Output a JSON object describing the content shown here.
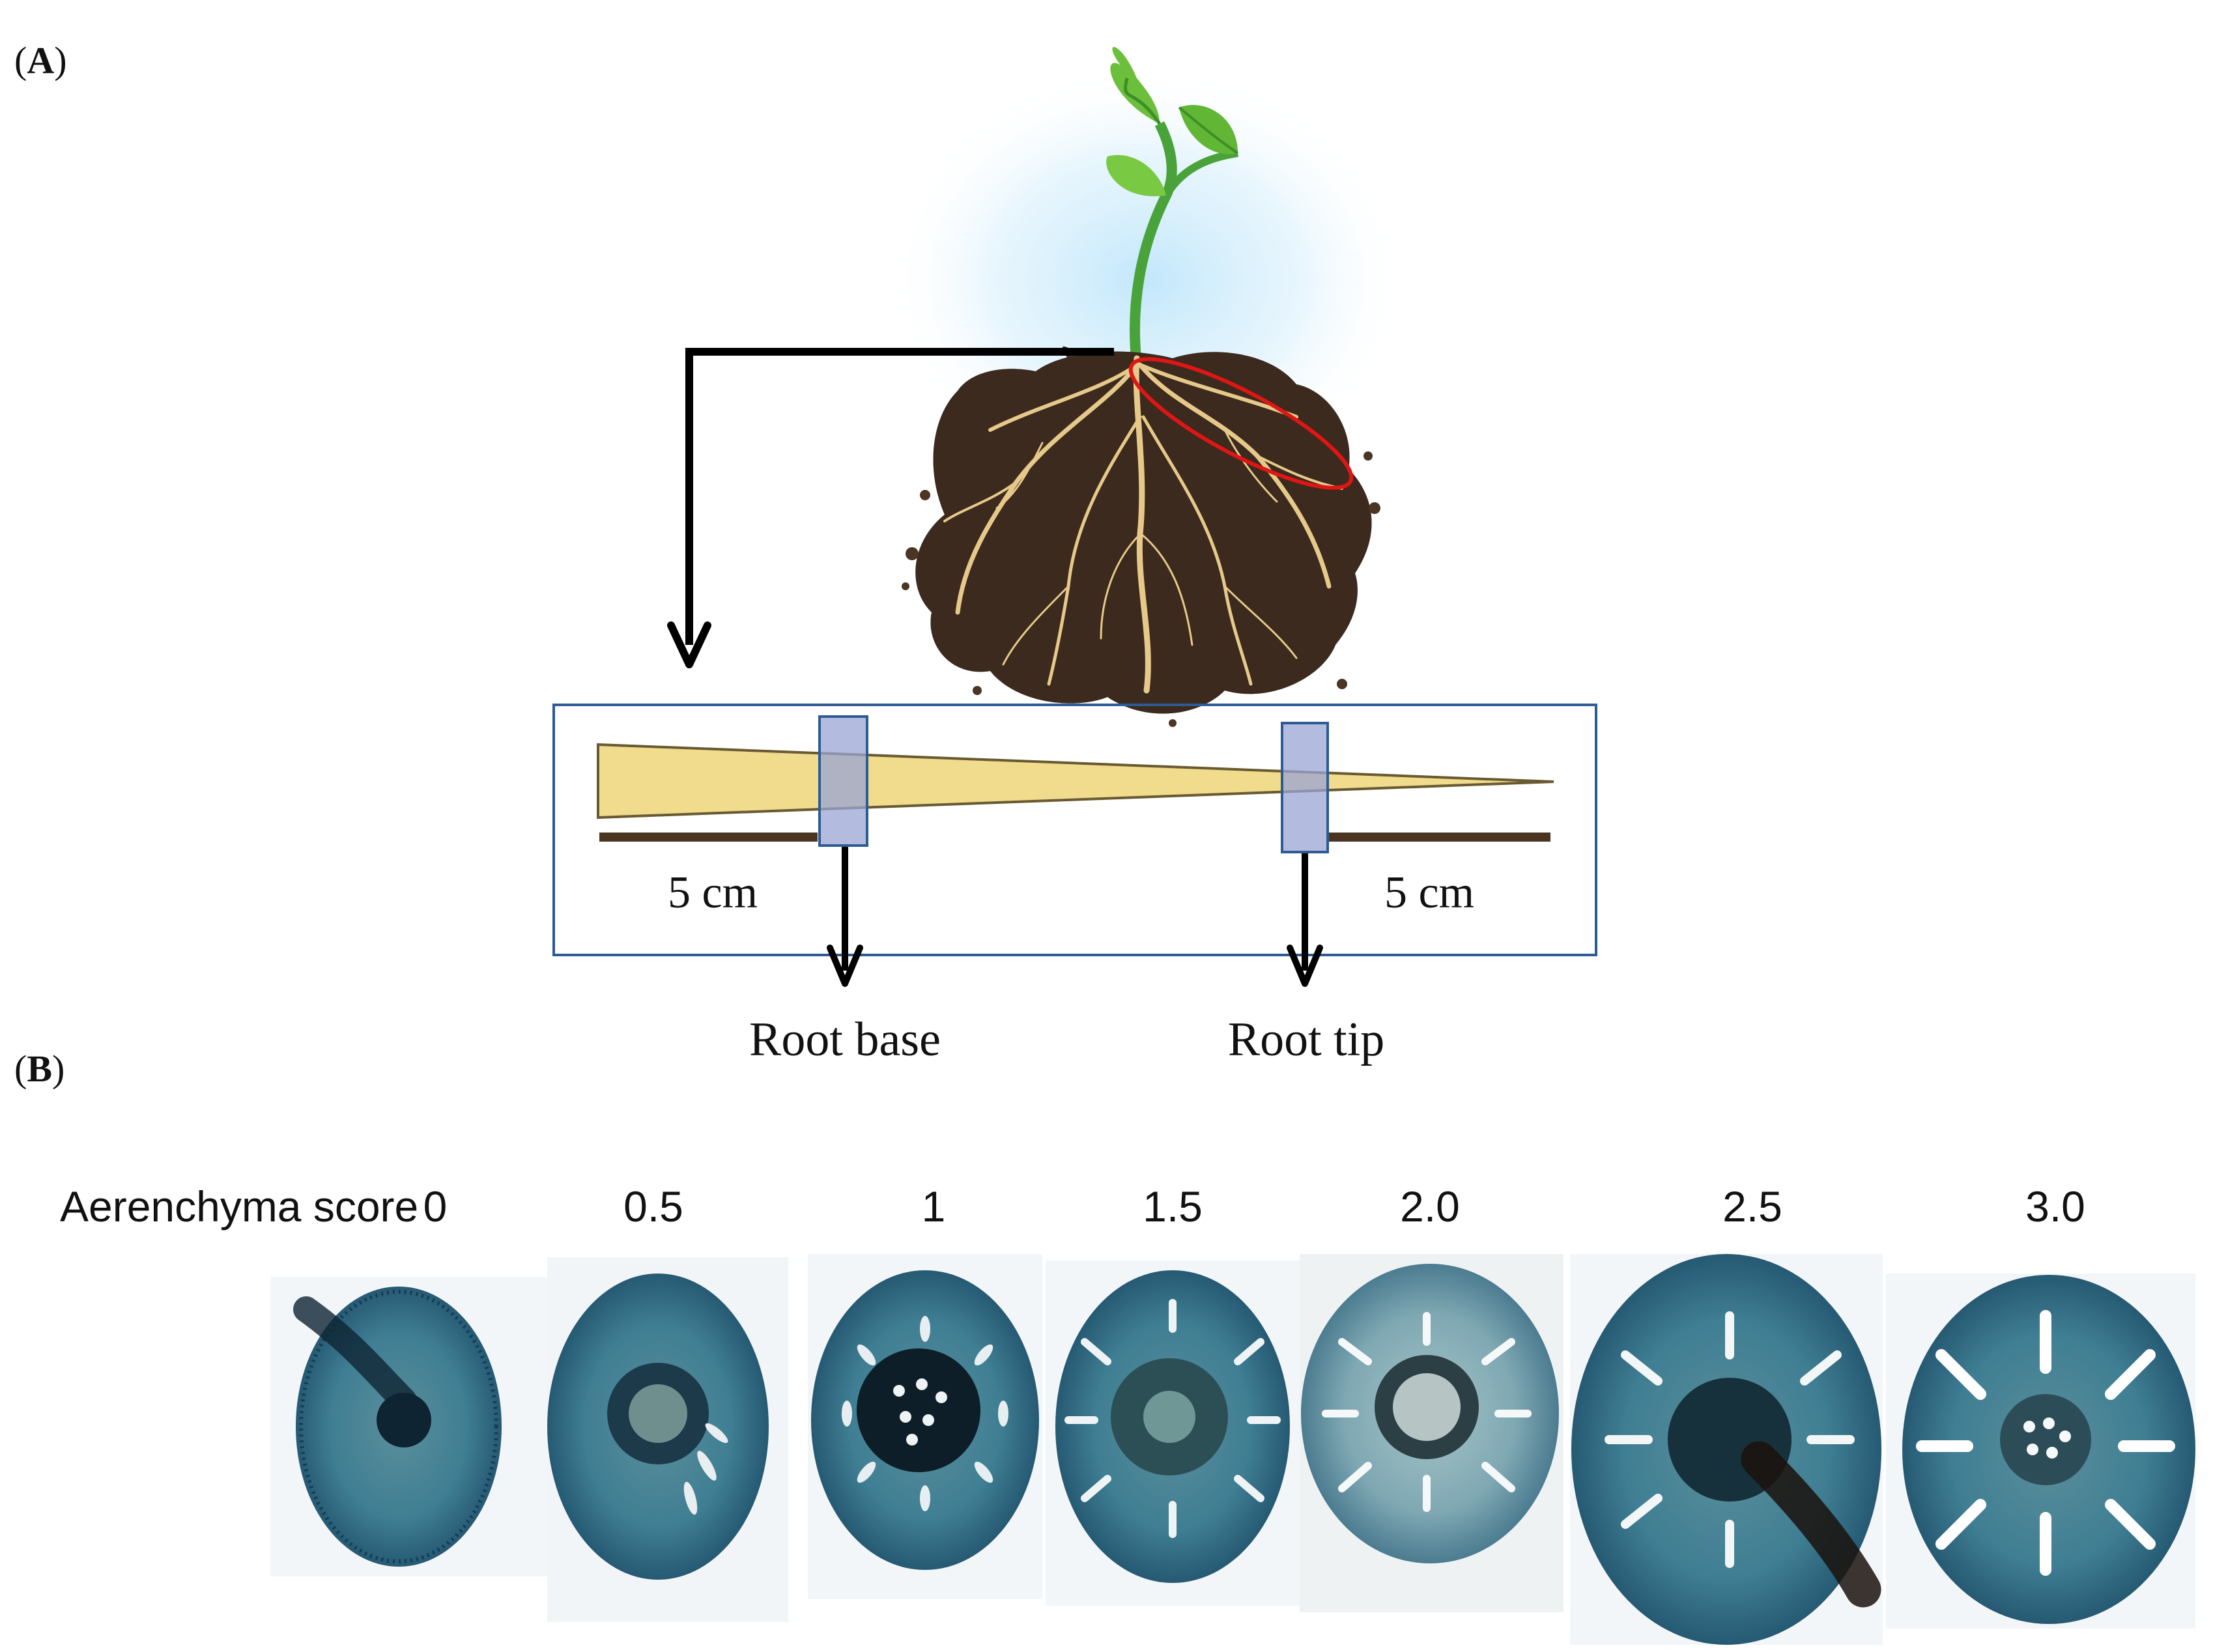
{
  "panel_a": {
    "label": "A",
    "measure_left": "5 cm",
    "measure_right": "5 cm",
    "root_base": "Root base",
    "root_tip": "Root tip"
  },
  "panel_b": {
    "label": "B",
    "score_title": "Aerenchyma score",
    "scores": [
      "0",
      "0.5",
      "1",
      "1.5",
      "2.0",
      "2.5",
      "3.0"
    ]
  },
  "colors": {
    "root_fill": "#f0dc8c",
    "section_box": "#9aa4d4",
    "bar_brown": "#4a3520",
    "frame_blue": "#2e5b94",
    "highlight_red": "#e01515",
    "tissue_blue": "#2d6f8a"
  }
}
